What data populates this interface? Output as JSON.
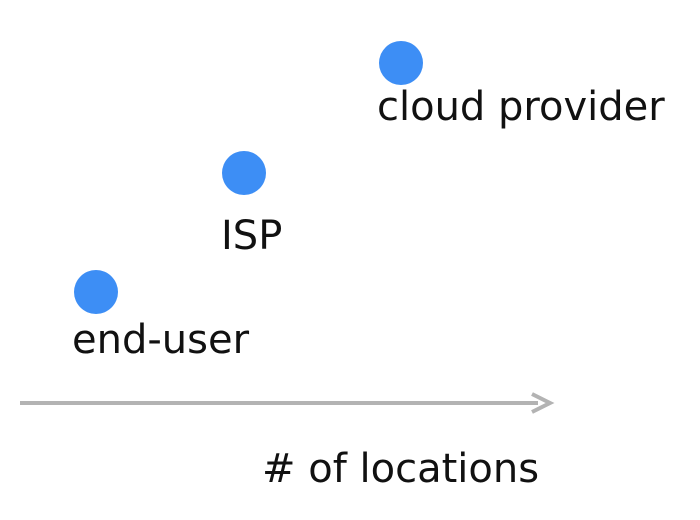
{
  "colors": {
    "dot": "#3d8ef5",
    "axis": "#b3b3b3",
    "text": "#111111"
  },
  "nodes": [
    {
      "label": "end-user"
    },
    {
      "label": "ISP"
    },
    {
      "label": "cloud provider"
    }
  ],
  "axis": {
    "label": "# of locations"
  }
}
